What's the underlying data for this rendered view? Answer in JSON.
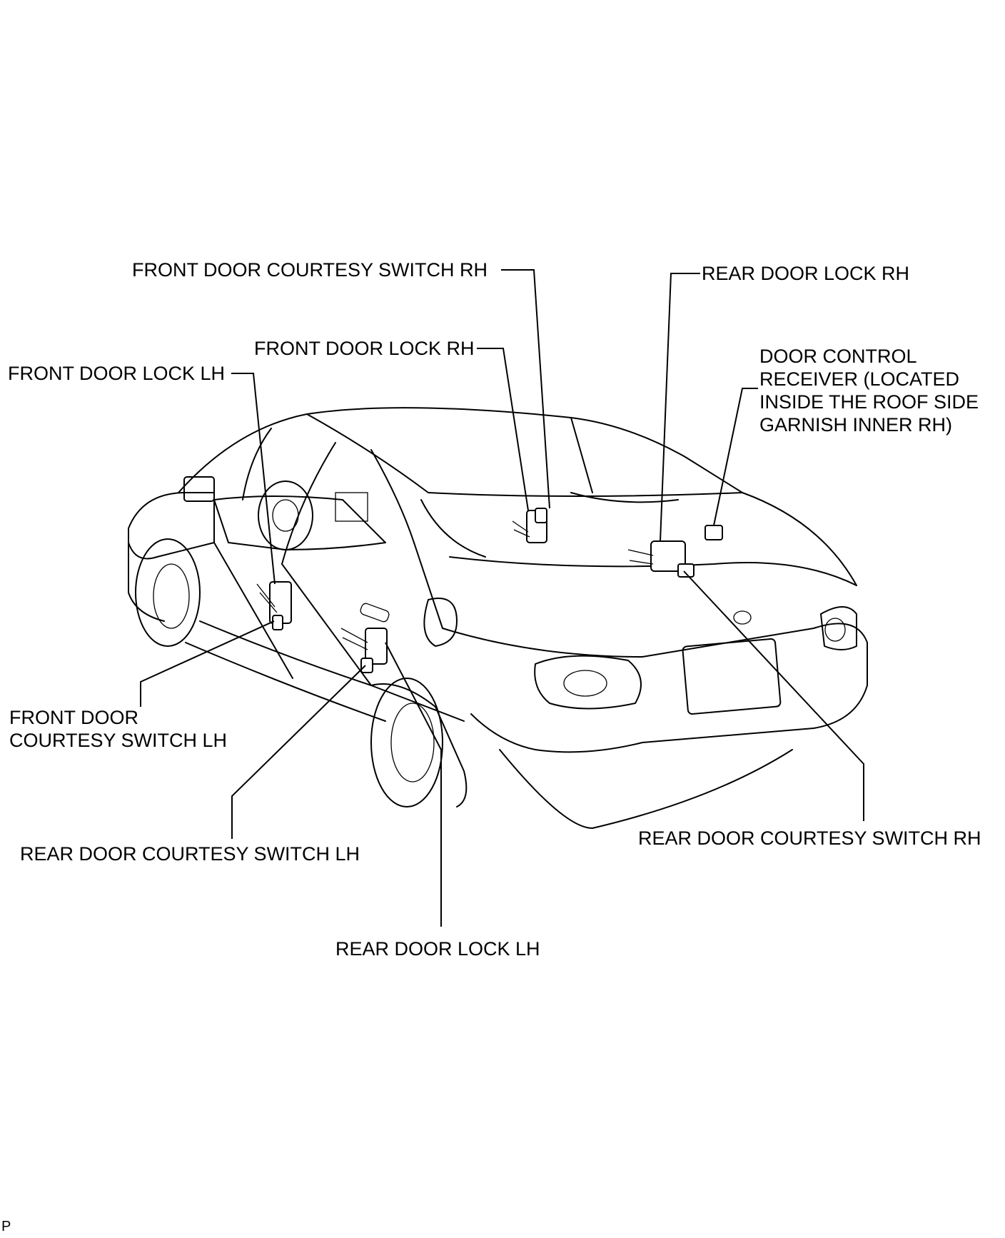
{
  "labels": {
    "front_door_courtesy_switch_rh": "FRONT DOOR COURTESY SWITCH RH",
    "rear_door_lock_rh": "REAR DOOR LOCK RH",
    "front_door_lock_rh": "FRONT DOOR LOCK RH",
    "front_door_lock_lh": "FRONT DOOR LOCK LH",
    "door_control_receiver": [
      "DOOR CONTROL",
      "RECEIVER (LOCATED",
      "INSIDE THE ROOF SIDE",
      "GARNISH INNER RH)"
    ],
    "front_door_courtesy_switch_lh": [
      "FRONT DOOR",
      "COURTESY SWITCH  LH"
    ],
    "rear_door_courtesy_switch_lh": "REAR DOOR COURTESY SWITCH LH",
    "rear_door_courtesy_switch_rh": "REAR DOOR COURTESY SWITCH RH",
    "rear_door_lock_lh": "REAR DOOR LOCK LH"
  },
  "figure_code": "P"
}
